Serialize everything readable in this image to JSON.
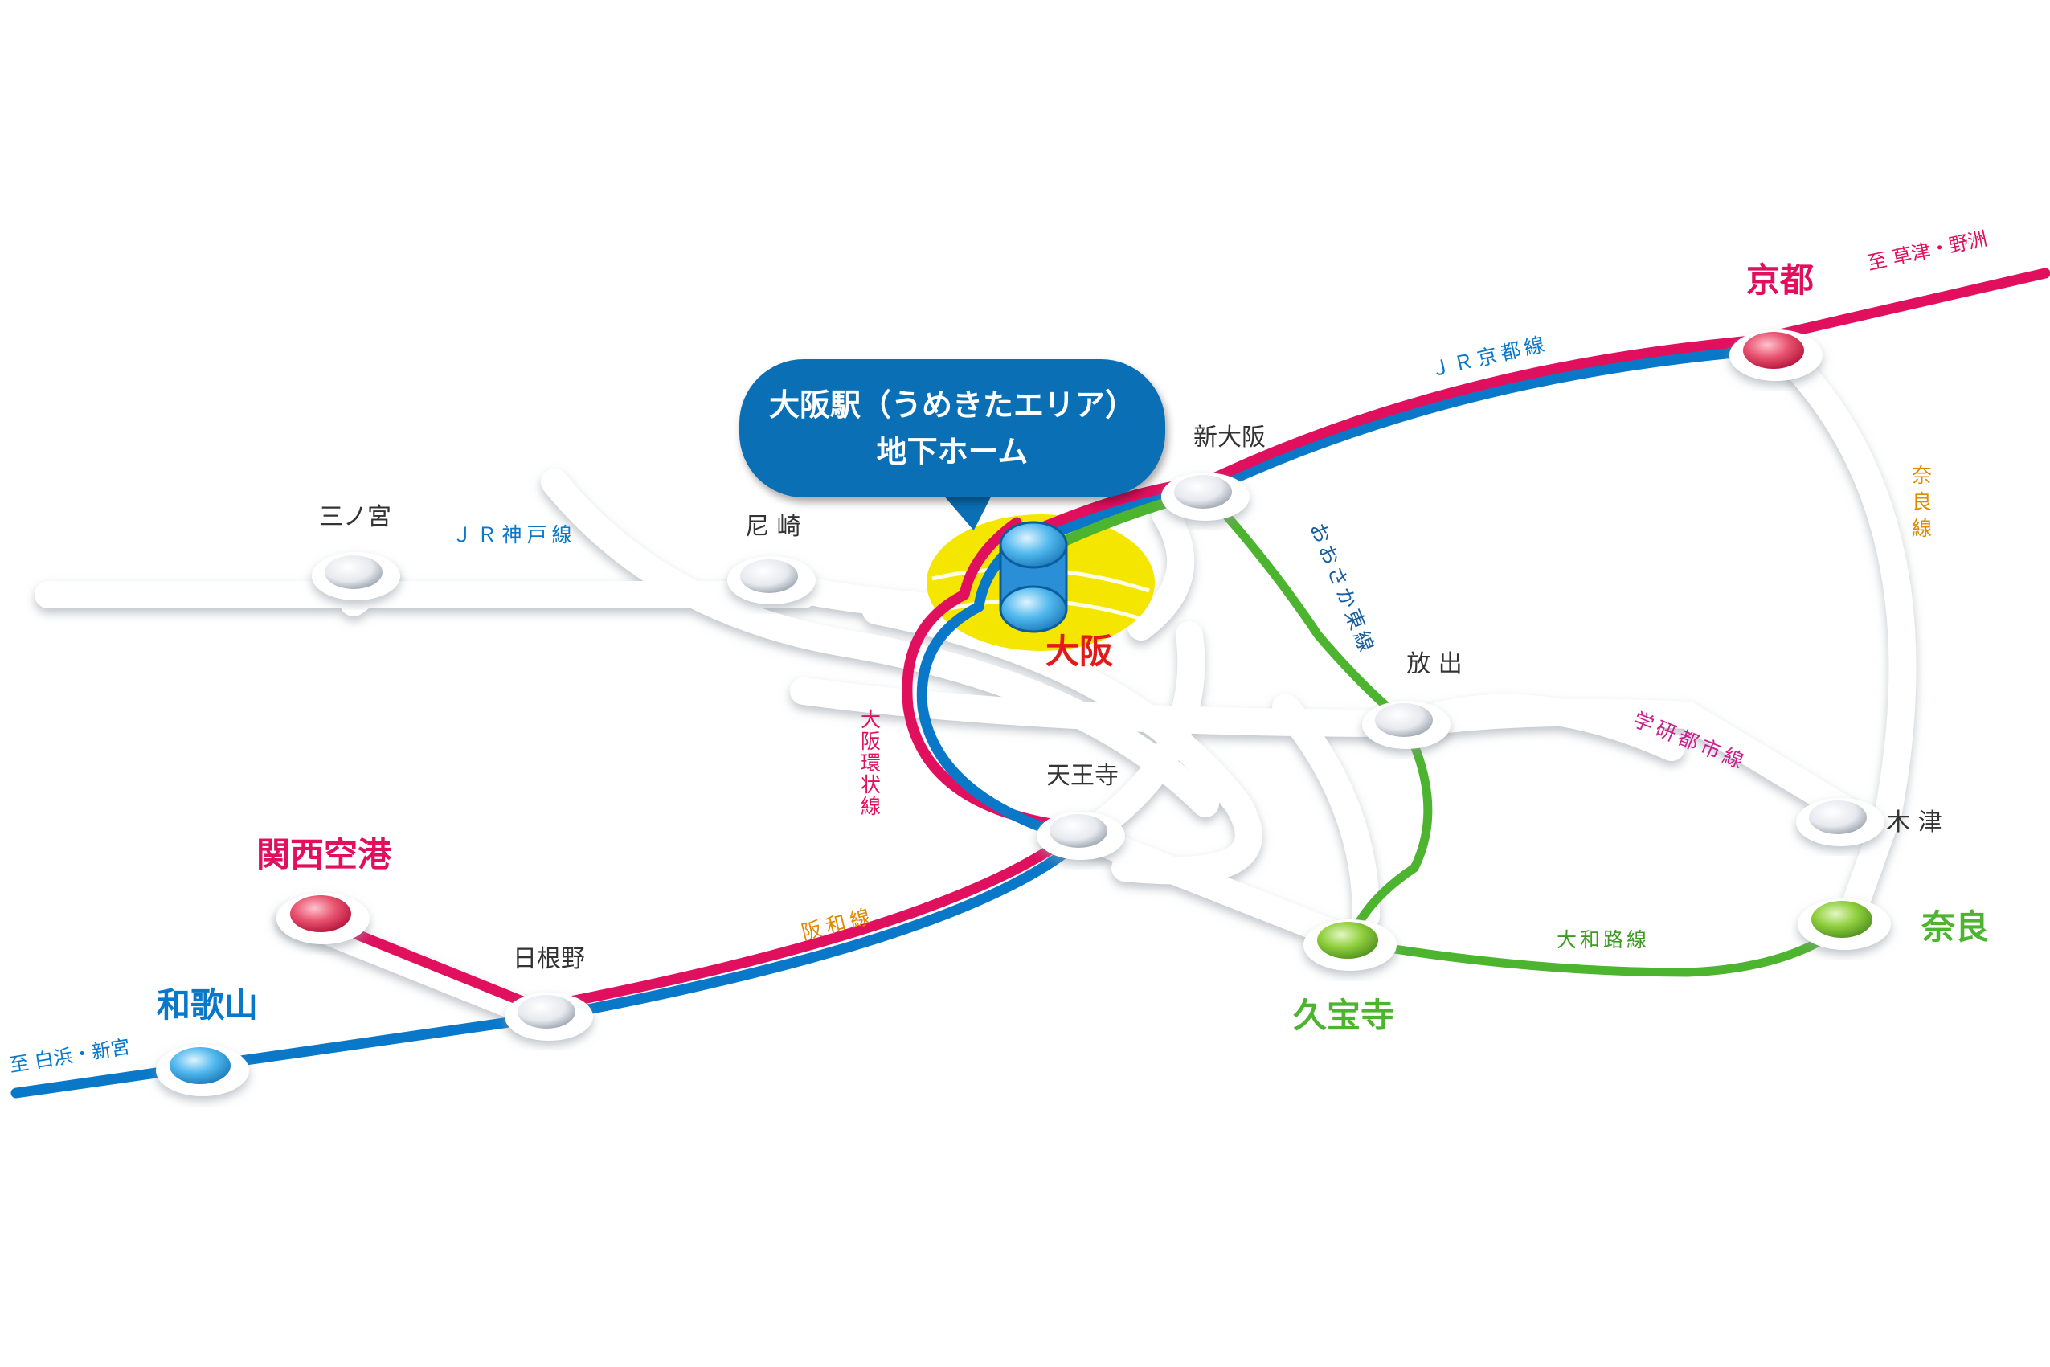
{
  "callout": {
    "line1": "大阪駅（うめきたエリア）",
    "line2": "地下ホーム"
  },
  "stations": {
    "sannomiya": "三ノ宮",
    "amagasaki": "尼 崎",
    "shin_osaka": "新大阪",
    "osaka": "大阪",
    "kyoto": "京都",
    "hanaten": "放 出",
    "tennoji": "天王寺",
    "kizu": "木 津",
    "nara": "奈良",
    "kudara": "久宝寺",
    "hineno": "日根野",
    "kansai_airport": "関西空港",
    "wakayama": "和歌山"
  },
  "lines": {
    "jr_kobe": "ＪＲ神戸線",
    "jr_kyoto": "ＪＲ京都線",
    "osaka_higashi": "おおさか東線",
    "nara_line": "奈良線",
    "gakken_toshi": "学研都市線",
    "osaka_kanjo": "大阪環状線",
    "hanwa": "阪和線",
    "yamatoji": "大和路線"
  },
  "directions": {
    "to_kusatsu": "至 草津・野洲",
    "to_shirahama": "至 白浜・新宮"
  },
  "colors": {
    "jr_red": "#e0105f",
    "jr_blue": "#0a78c8",
    "green": "#4db42f",
    "highlight": "#f5e600",
    "osaka_label": "#e21a1a",
    "callout_bg": "#0a6fb5"
  }
}
